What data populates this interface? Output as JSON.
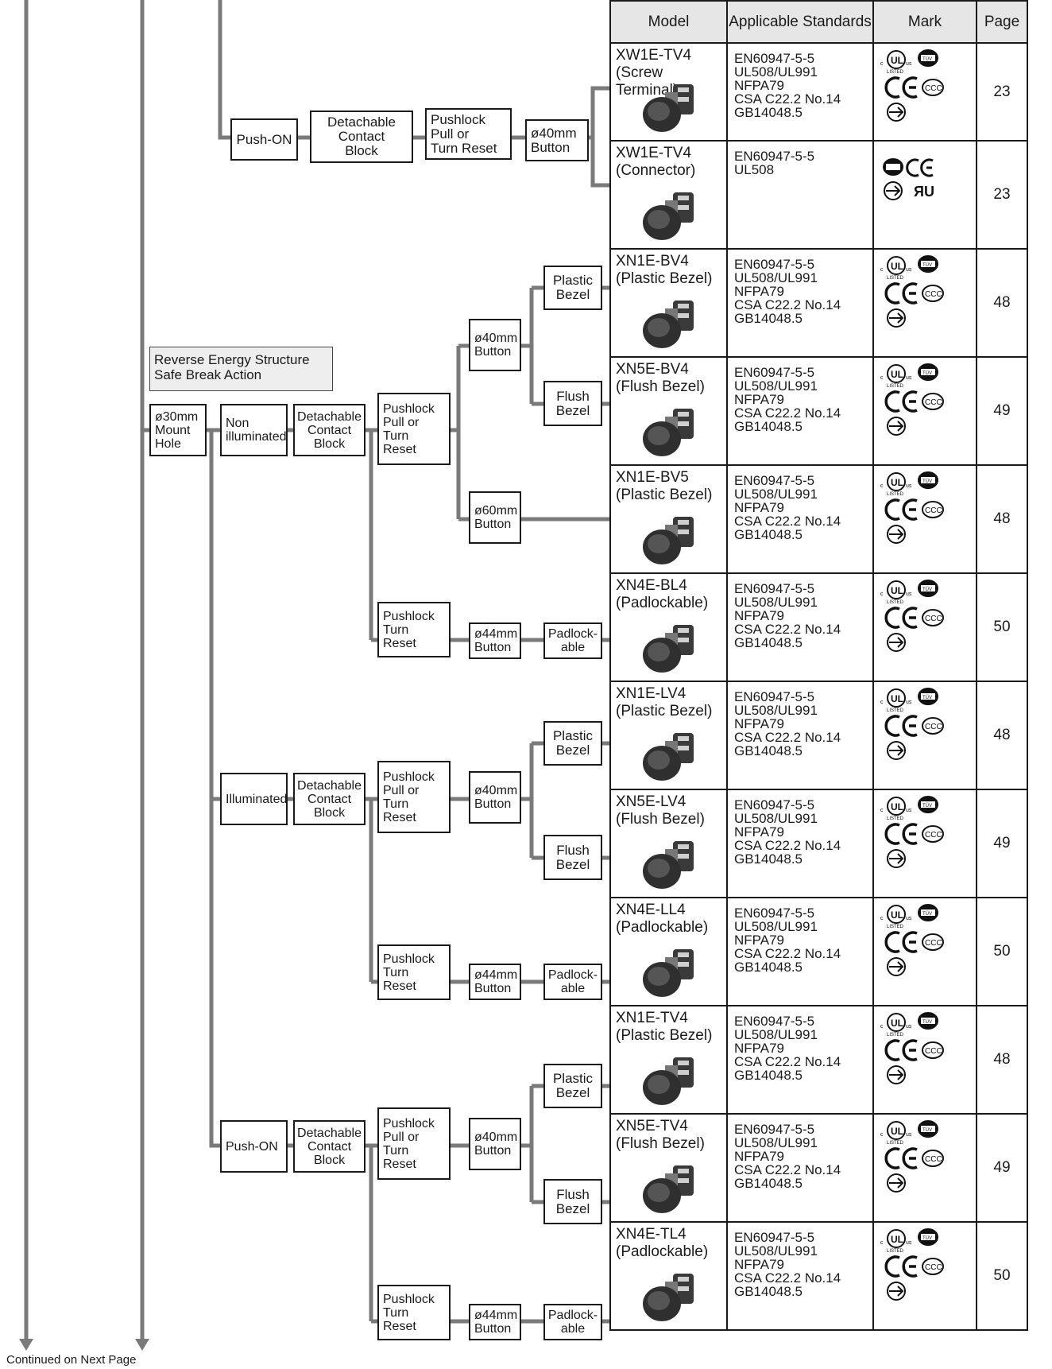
{
  "table": {
    "headers": {
      "model": "Model",
      "standards": "Applicable Standards",
      "mark": "Mark",
      "page": "Page"
    },
    "rows": [
      {
        "model": "XW1E-TV4\n(Screw Terminal)",
        "standards": "EN60947-5-5\nUL508/UL991\nNFPA79\nCSA C22.2 No.14\nGB14048.5",
        "marks": "full",
        "page": "23"
      },
      {
        "model": "XW1E-TV4\n(Connector)",
        "standards": "EN60947-5-5\nUL508",
        "marks": "connector",
        "page": "23"
      },
      {
        "model": "XN1E-BV4\n(Plastic Bezel)",
        "standards": "EN60947-5-5\nUL508/UL991\nNFPA79\nCSA C22.2 No.14\nGB14048.5",
        "marks": "full",
        "page": "48"
      },
      {
        "model": "XN5E-BV4\n(Flush Bezel)",
        "standards": "EN60947-5-5\nUL508/UL991\nNFPA79\nCSA C22.2 No.14\nGB14048.5",
        "marks": "full",
        "page": "49"
      },
      {
        "model": "XN1E-BV5\n(Plastic Bezel)",
        "standards": "EN60947-5-5\nUL508/UL991\nNFPA79\nCSA C22.2 No.14\nGB14048.5",
        "marks": "full",
        "page": "48"
      },
      {
        "model": "XN4E-BL4\n(Padlockable)",
        "standards": "EN60947-5-5\nUL508/UL991\nNFPA79\nCSA C22.2 No.14\nGB14048.5",
        "marks": "full",
        "page": "50"
      },
      {
        "model": "XN1E-LV4\n(Plastic Bezel)",
        "standards": "EN60947-5-5\nUL508/UL991\nNFPA79\nCSA C22.2 No.14\nGB14048.5",
        "marks": "full",
        "page": "48"
      },
      {
        "model": "XN5E-LV4\n(Flush Bezel)",
        "standards": "EN60947-5-5\nUL508/UL991\nNFPA79\nCSA C22.2 No.14\nGB14048.5",
        "marks": "full",
        "page": "49"
      },
      {
        "model": "XN4E-LL4\n(Padlockable)",
        "standards": "EN60947-5-5\nUL508/UL991\nNFPA79\nCSA C22.2 No.14\nGB14048.5",
        "marks": "full",
        "page": "50"
      },
      {
        "model": "XN1E-TV4\n(Plastic Bezel)",
        "standards": "EN60947-5-5\nUL508/UL991\nNFPA79\nCSA C22.2 No.14\nGB14048.5",
        "marks": "full",
        "page": "48"
      },
      {
        "model": "XN5E-TV4\n(Flush Bezel)",
        "standards": "EN60947-5-5\nUL508/UL991\nNFPA79\nCSA C22.2 No.14\nGB14048.5",
        "marks": "full",
        "page": "49"
      },
      {
        "model": "XN4E-TL4\n(Padlockable)",
        "standards": "EN60947-5-5\nUL508/UL991\nNFPA79\nCSA C22.2 No.14\nGB14048.5",
        "marks": "full",
        "page": "50"
      }
    ]
  },
  "mark_icons": {
    "full": [
      "cULus-listed-icon",
      "tuv-icon",
      "ce-icon",
      "ccc-icon",
      "arrow-circle-icon"
    ],
    "connector": [
      "tuv-icon",
      "ce-icon",
      "arrow-circle-icon",
      "ur-icon"
    ]
  },
  "flow": {
    "xw": {
      "push_on": "Push-ON",
      "contact_block": "Detachable\nContact\nBlock",
      "operation": "Pushlock\nPull or\nTurn Reset",
      "button": "ø40mm\nButton"
    },
    "note": "Reverse Energy Structure\nSafe Break Action",
    "mount": "ø30mm\nMount\nHole",
    "non_illuminated": "Non\nilluminated",
    "illuminated": "Illuminated",
    "push_on": "Push-ON",
    "contact_block": "Detachable\nContact\nBlock",
    "pull_turn": "Pushlock\nPull or\nTurn\nReset",
    "turn_reset": "Pushlock\nTurn\nReset",
    "button_40": "ø40mm\nButton",
    "button_60": "ø60mm\nButton",
    "button_44": "ø44mm\nButton",
    "plastic_bezel": "Plastic\nBezel",
    "flush_bezel": "Flush\nBezel",
    "padlockable": "Padlock-\nable"
  },
  "footer": {
    "continued": "Continued on Next Page"
  },
  "colors": {
    "line": "#7a7a7a",
    "border": "#1a1a1a",
    "header_bg": "#e6e6e6",
    "note_bg": "#eeeeee"
  }
}
